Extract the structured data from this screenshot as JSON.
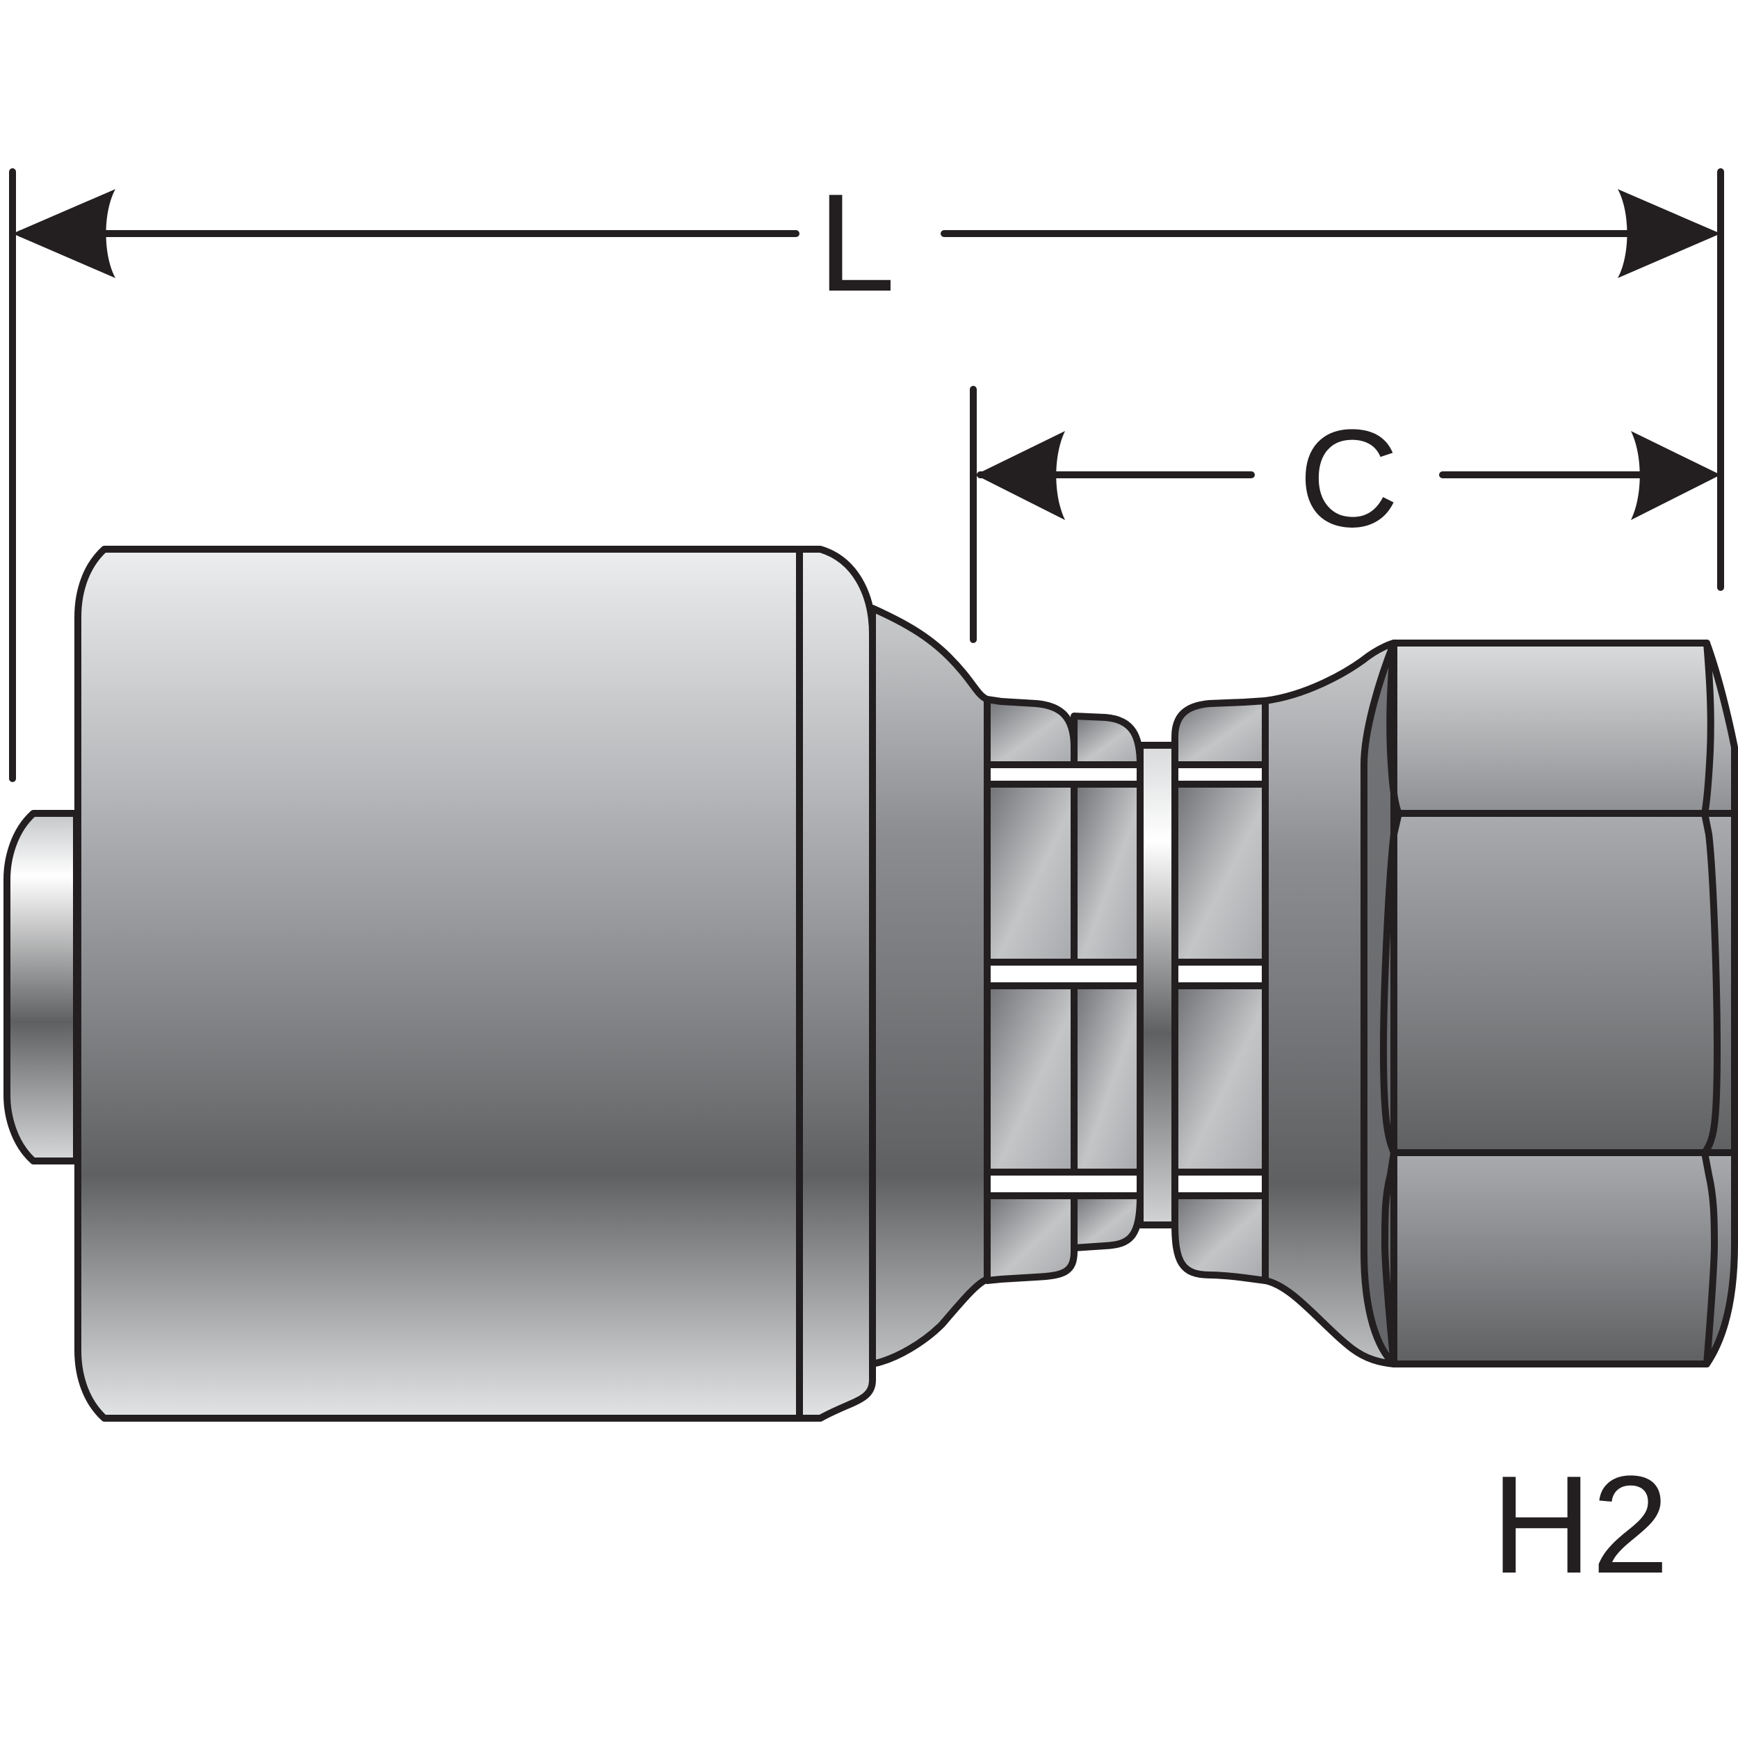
{
  "dimensions": {
    "overall_length_label": "L",
    "cutoff_length_label": "C"
  },
  "part_code": "H2",
  "colors": {
    "outline": "#231f20",
    "metal_light": "#ebedee",
    "metal_mid": "#a4a6a9",
    "metal_dark": "#5f6062",
    "background": "#ffffff"
  }
}
